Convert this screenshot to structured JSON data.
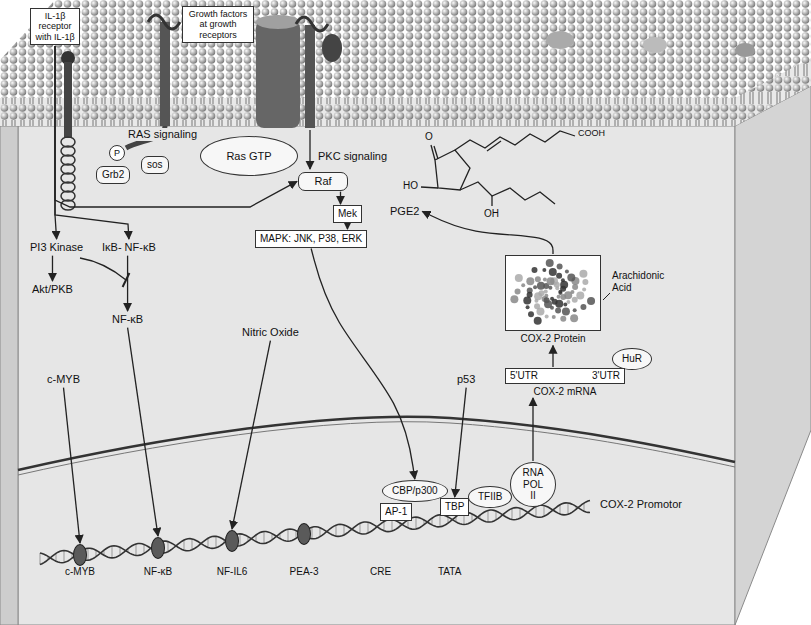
{
  "diagram": {
    "nodes": [
      {
        "text": [
          "IL-1β receptor with IL-1β"
        ]
      },
      {
        "text": [
          "Growth factors at growth receptors"
        ]
      },
      {
        "text": [
          "P"
        ]
      },
      {
        "text": [
          "Grb2"
        ]
      },
      {
        "text": [
          "sos"
        ]
      },
      {
        "text": [
          "Ras GTP"
        ]
      },
      {
        "text": [
          "Raf"
        ]
      },
      {
        "text": [
          "Mek"
        ]
      },
      {
        "text": [
          "MAPK: JNK, P38, ERK"
        ]
      },
      {
        "text": [
          "PI3 Kinase"
        ]
      },
      {
        "text": [
          "IκB- NF-κB"
        ]
      },
      {
        "text": [
          "Akt/PKB"
        ]
      },
      {
        "text": [
          "NF-κB"
        ]
      },
      {
        "text": [
          "PGE2"
        ]
      },
      {
        "text": [
          "COX-2 Protein"
        ]
      },
      {
        "text": [
          "5'UTR",
          "3'UTR",
          "COX-2 mRNA"
        ]
      },
      {
        "text": [
          "HuR"
        ]
      },
      {
        "text": [
          "c-MYB"
        ]
      },
      {
        "text": [
          "Nitric Oxide"
        ]
      },
      {
        "text": [
          "p53"
        ]
      },
      {
        "text": [
          "CBP/p300"
        ]
      },
      {
        "text": [
          "AP-1"
        ]
      },
      {
        "text": [
          "TBP"
        ]
      },
      {
        "text": [
          "TFIIB"
        ]
      },
      {
        "text": [
          "RNA POL II"
        ]
      },
      {
        "text": [
          "c-MYB"
        ]
      },
      {
        "text": [
          "NF-κB"
        ]
      },
      {
        "text": [
          "NF-IL6"
        ]
      },
      {
        "text": [
          "PEA-3"
        ]
      }
    ],
    "edges": [
      {
        "from": 0,
        "to": 9,
        "arrow": "to"
      },
      {
        "from": 0,
        "to": 10,
        "arrow": "to"
      },
      {
        "from": 0,
        "to": 6,
        "arrow": "to"
      },
      {
        "from": 9,
        "to": 11,
        "arrow": "to"
      },
      {
        "from": 10,
        "to": 12,
        "arrow": "to"
      },
      {
        "from": 12,
        "to": 26,
        "arrow": "to"
      },
      {
        "from": 17,
        "to": 25,
        "arrow": "to"
      },
      {
        "from": 18,
        "to": 27,
        "arrow": "to"
      },
      {
        "from": 19,
        "to": 22,
        "arrow": "to"
      },
      {
        "from": 6,
        "to": 7,
        "arrow": "to"
      },
      {
        "from": 7,
        "to": 8,
        "arrow": "to"
      },
      {
        "from": 8,
        "to": 20,
        "arrow": "to"
      },
      {
        "from": 24,
        "to": 15,
        "arrow": "to"
      },
      {
        "from": 15,
        "to": 14,
        "arrow": "to"
      },
      {
        "from": 14,
        "to": 13,
        "arrow": "to"
      }
    ],
    "labels": [
      "RAS signaling",
      "PKC signaling",
      "O",
      "COOH",
      "HO",
      "OH",
      "Arachidonic Acid",
      "CRE",
      "TATA",
      "COX-2 Promotor"
    ]
  }
}
